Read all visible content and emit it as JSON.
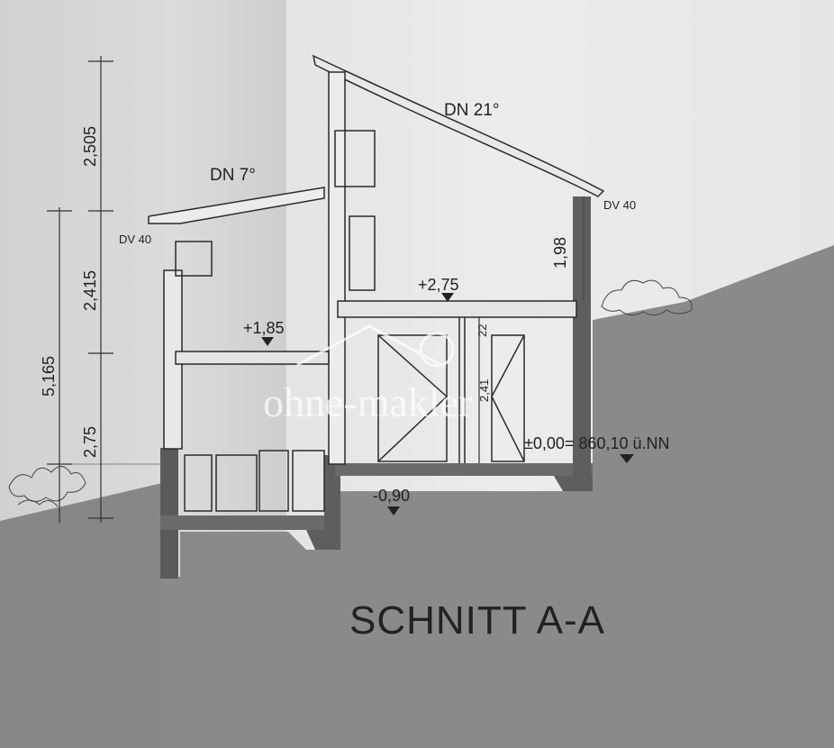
{
  "title": "SCHNITT A-A",
  "roof_labels": {
    "left_pitch": "DN 7°",
    "right_pitch": "DN 21°"
  },
  "eave_labels": {
    "left": "DV 40",
    "right": "DV 40"
  },
  "elevations": {
    "upper_floor_right": "+2,75",
    "upper_floor_left": "+1,85",
    "ground_reference": "±0,00= 860,10 ü.NN",
    "lower": "-0,90"
  },
  "dimensions": {
    "vertical_top": "2,505",
    "vertical_mid": "2,415",
    "vertical_low": "2,75",
    "vertical_total": "5,165",
    "wall_height_right": "1,98",
    "slab_thickness": "22",
    "door_height": "2,41"
  },
  "watermark": {
    "text": "ohne-makler"
  },
  "colors": {
    "ground": "#8a8a88",
    "wall": "#5e5e5c",
    "line": "#2a2a2a"
  }
}
